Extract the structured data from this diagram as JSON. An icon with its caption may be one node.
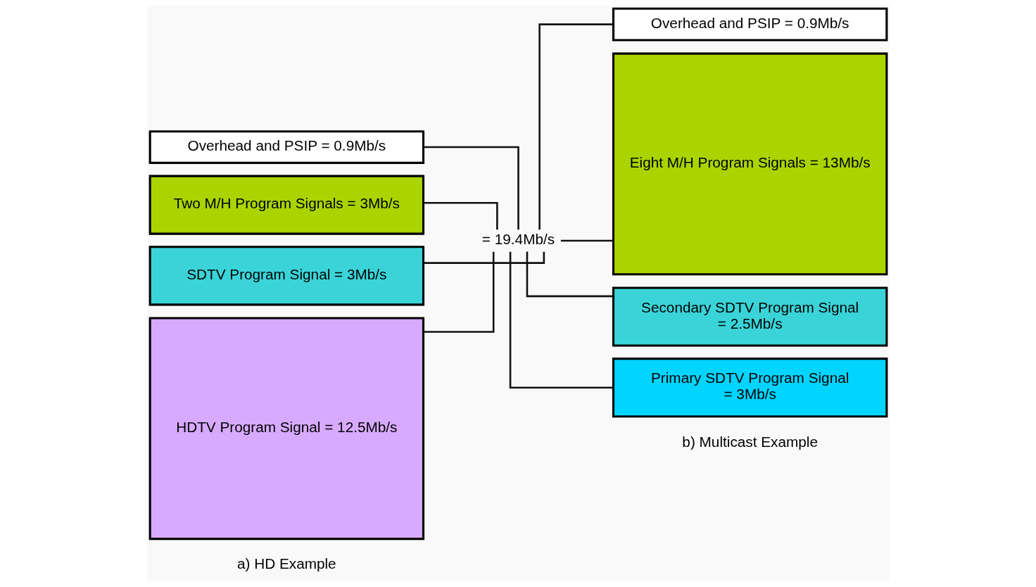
{
  "diagram": {
    "nodes": [
      {
        "text": [
          "Overhead and PSIP = 0.9Mb/s"
        ]
      },
      {
        "text": [
          "Two M/H Program Signals = 3Mb/s"
        ]
      },
      {
        "text": [
          "SDTV Program Signal = 3Mb/s"
        ]
      },
      {
        "text": [
          "HDTV Program Signal = 12.5Mb/s"
        ]
      },
      {
        "text": [
          "= 19.4Mb/s"
        ]
      },
      {
        "text": [
          "Overhead and PSIP = 0.9Mb/s"
        ]
      },
      {
        "text": [
          "Eight M/H Program Signals = 13Mb/s"
        ]
      },
      {
        "text": [
          "Secondary SDTV Program Signal = 2.5Mb/s"
        ]
      },
      {
        "text": [
          "Primary SDTV Program Signal = 3Mb/s"
        ]
      }
    ],
    "edges": [
      {
        "from": 0,
        "to": 4,
        "arrow": "none"
      },
      {
        "from": 1,
        "to": 4,
        "arrow": "none"
      },
      {
        "from": 2,
        "to": 4,
        "arrow": "none"
      },
      {
        "from": 3,
        "to": 4,
        "arrow": "none"
      },
      {
        "from": 4,
        "to": 5,
        "arrow": "none"
      },
      {
        "from": 4,
        "to": 6,
        "arrow": "none"
      },
      {
        "from": 4,
        "to": 7,
        "arrow": "none"
      },
      {
        "from": 4,
        "to": 8,
        "arrow": "none"
      }
    ],
    "labels": [
      "a) HD Example",
      "b) Multicast Example"
    ]
  }
}
